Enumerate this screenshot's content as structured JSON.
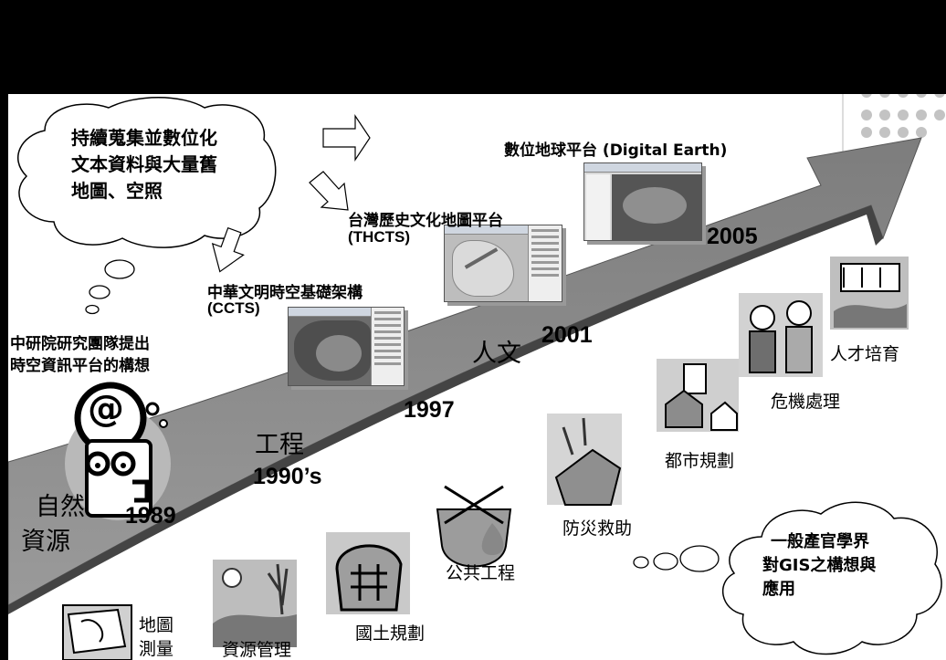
{
  "cloud_top": {
    "line1": "持續蒐集並數位化",
    "line2": "文本資料與大量舊",
    "line3": "地圖、空照"
  },
  "cloud_bottom": {
    "line1": "一般產官學界",
    "line2": "對GIS之構想與",
    "line3": "應用"
  },
  "proposal": {
    "line1": "中研院研究團隊提出",
    "line2": "時空資訊平台的構想"
  },
  "platforms": [
    {
      "name": "中華文明時空基礎架構",
      "code": "(CCTS)"
    },
    {
      "name": "台灣歷史文化地圖平台",
      "code": "(THCTS)"
    },
    {
      "name": "數位地球平台 (Digital Earth)"
    }
  ],
  "years": {
    "y1989": "1989",
    "y1990s": "1990’s",
    "y1997": "1997",
    "y2001": "2001",
    "y2005": "2005"
  },
  "phases": {
    "nature_1": "自然",
    "nature_2": "資源",
    "engineering": "工程",
    "humanities": "人文"
  },
  "applications": {
    "mapping_1": "地圖",
    "mapping_2": "測量",
    "resource_mgmt": "資源管理",
    "land_planning": "國土規劃",
    "public_works": "公共工程",
    "disaster_relief": "防災救助",
    "urban_planning": "都市規劃",
    "crisis": "危機處理",
    "talent": "人才培育"
  },
  "at_symbol": "@",
  "colors": {
    "title_bar": "#000000",
    "arrow": "#8f8f8f",
    "dots": "#c0c0c0"
  }
}
